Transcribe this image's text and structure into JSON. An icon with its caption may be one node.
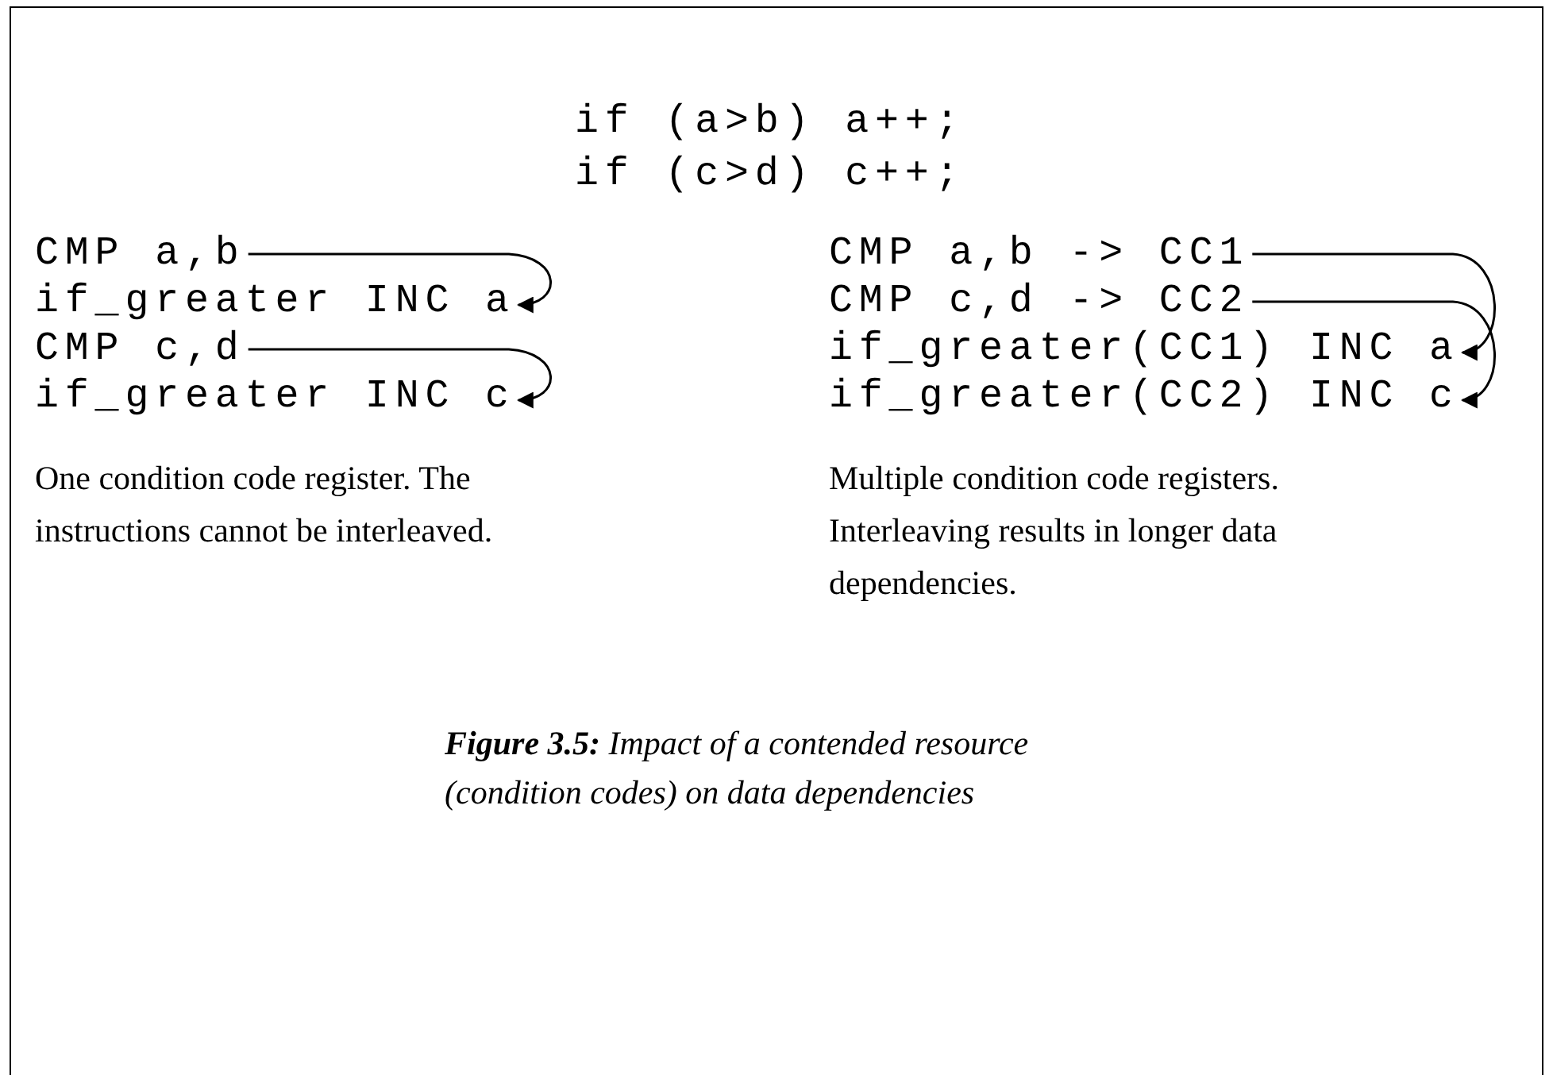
{
  "diagram": {
    "caption": "**Figure 3.5:** Impact of a contended resource (condition codes) on data dependencies",
    "nodes": [
      {
        "text": [
          "CMP a,b"
        ]
      },
      {
        "text": [
          "if_greater INC a"
        ]
      },
      {
        "text": [
          "CMP c,d"
        ]
      },
      {
        "text": [
          "if_greater INC c"
        ]
      },
      {
        "text": [
          "CMP a,b -> CC1"
        ]
      },
      {
        "text": [
          "CMP c,d -> CC2"
        ]
      },
      {
        "text": [
          "if_greater(CC1) INC a"
        ]
      },
      {
        "text": [
          "if_greater(CC2) INC c"
        ]
      }
    ],
    "edges": [
      {
        "from": 0,
        "to": 1,
        "arrow": "to"
      },
      {
        "from": 2,
        "to": 3,
        "arrow": "to"
      },
      {
        "from": 4,
        "to": 6,
        "arrow": "to"
      },
      {
        "from": 5,
        "to": 7,
        "arrow": "to"
      }
    ],
    "labels": [
      "if (a>b) a++;",
      "if (c>d) c++;",
      "One condition code register. The instructions cannot be interleaved.",
      "Multiple condition code registers. Interleaving results in longer data dependencies."
    ]
  }
}
